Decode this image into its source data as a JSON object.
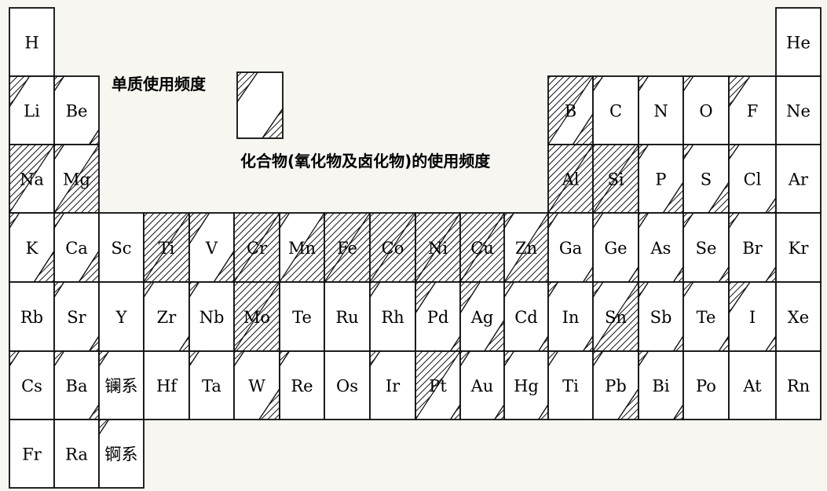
{
  "legend": {
    "element_label": "单质使用频度",
    "compound_label": "化合物(氧化物及卤化物)的使用频度"
  },
  "colors": {
    "ink": "#111111",
    "paper": "#ffffff",
    "background": "#f7f6f1"
  },
  "elements": [
    {
      "symbol": "H",
      "row": 0,
      "col": 0,
      "top": "none",
      "bottom": "none"
    },
    {
      "symbol": "He",
      "row": 0,
      "col": 17,
      "top": "none",
      "bottom": "none"
    },
    {
      "symbol": "Li",
      "row": 1,
      "col": 0,
      "top": "medium",
      "bottom": "none"
    },
    {
      "symbol": "Be",
      "row": 1,
      "col": 1,
      "top": "low",
      "bottom": "low"
    },
    {
      "symbol": "B",
      "row": 1,
      "col": 12,
      "top": "high",
      "bottom": "medium"
    },
    {
      "symbol": "C",
      "row": 1,
      "col": 13,
      "top": "low",
      "bottom": "none"
    },
    {
      "symbol": "N",
      "row": 1,
      "col": 14,
      "top": "low",
      "bottom": "none"
    },
    {
      "symbol": "O",
      "row": 1,
      "col": 15,
      "top": "low",
      "bottom": "none"
    },
    {
      "symbol": "F",
      "row": 1,
      "col": 16,
      "top": "medium",
      "bottom": "none"
    },
    {
      "symbol": "Ne",
      "row": 1,
      "col": 17,
      "top": "none",
      "bottom": "none"
    },
    {
      "symbol": "Na",
      "row": 2,
      "col": 0,
      "top": "high",
      "bottom": "none"
    },
    {
      "symbol": "Mg",
      "row": 2,
      "col": 1,
      "top": "low",
      "bottom": "high"
    },
    {
      "symbol": "Al",
      "row": 2,
      "col": 12,
      "top": "high",
      "bottom": "high"
    },
    {
      "symbol": "Si",
      "row": 2,
      "col": 13,
      "top": "high",
      "bottom": "high"
    },
    {
      "symbol": "P",
      "row": 2,
      "col": 14,
      "top": "low",
      "bottom": "medium"
    },
    {
      "symbol": "S",
      "row": 2,
      "col": 15,
      "top": "low",
      "bottom": "medium"
    },
    {
      "symbol": "Cl",
      "row": 2,
      "col": 16,
      "top": "low",
      "bottom": "low"
    },
    {
      "symbol": "Ar",
      "row": 2,
      "col": 17,
      "top": "none",
      "bottom": "none"
    },
    {
      "symbol": "K",
      "row": 3,
      "col": 0,
      "top": "low",
      "bottom": "medium"
    },
    {
      "symbol": "Ca",
      "row": 3,
      "col": 1,
      "top": "low",
      "bottom": "medium"
    },
    {
      "symbol": "Sc",
      "row": 3,
      "col": 2,
      "top": "none",
      "bottom": "none"
    },
    {
      "symbol": "Ti",
      "row": 3,
      "col": 3,
      "top": "high",
      "bottom": "high"
    },
    {
      "symbol": "V",
      "row": 3,
      "col": 4,
      "top": "medium",
      "bottom": "medium"
    },
    {
      "symbol": "Cr",
      "row": 3,
      "col": 5,
      "top": "high",
      "bottom": "high"
    },
    {
      "symbol": "Mn",
      "row": 3,
      "col": 6,
      "top": "low",
      "bottom": "high"
    },
    {
      "symbol": "Fe",
      "row": 3,
      "col": 7,
      "top": "high",
      "bottom": "high"
    },
    {
      "symbol": "Co",
      "row": 3,
      "col": 8,
      "top": "high",
      "bottom": "high"
    },
    {
      "symbol": "Ni",
      "row": 3,
      "col": 9,
      "top": "high",
      "bottom": "high"
    },
    {
      "symbol": "Cu",
      "row": 3,
      "col": 10,
      "top": "high",
      "bottom": "high"
    },
    {
      "symbol": "Zn",
      "row": 3,
      "col": 11,
      "top": "low",
      "bottom": "high"
    },
    {
      "symbol": "Ga",
      "row": 3,
      "col": 12,
      "top": "low",
      "bottom": "low"
    },
    {
      "symbol": "Ge",
      "row": 3,
      "col": 13,
      "top": "low",
      "bottom": "low"
    },
    {
      "symbol": "As",
      "row": 3,
      "col": 14,
      "top": "low",
      "bottom": "low"
    },
    {
      "symbol": "Se",
      "row": 3,
      "col": 15,
      "top": "low",
      "bottom": "low"
    },
    {
      "symbol": "Br",
      "row": 3,
      "col": 16,
      "top": "low",
      "bottom": "low"
    },
    {
      "symbol": "Kr",
      "row": 3,
      "col": 17,
      "top": "none",
      "bottom": "none"
    },
    {
      "symbol": "Rb",
      "row": 4,
      "col": 0,
      "top": "none",
      "bottom": "none"
    },
    {
      "symbol": "Sr",
      "row": 4,
      "col": 1,
      "top": "low",
      "bottom": "low"
    },
    {
      "symbol": "Y",
      "row": 4,
      "col": 2,
      "top": "none",
      "bottom": "none"
    },
    {
      "symbol": "Zr",
      "row": 4,
      "col": 3,
      "top": "low",
      "bottom": "low"
    },
    {
      "symbol": "Nb",
      "row": 4,
      "col": 4,
      "top": "low",
      "bottom": "none"
    },
    {
      "symbol": "Mo",
      "row": 4,
      "col": 5,
      "top": "high",
      "bottom": "high"
    },
    {
      "symbol": "Te",
      "row": 4,
      "col": 6,
      "top": "none",
      "bottom": "none"
    },
    {
      "symbol": "Ru",
      "row": 4,
      "col": 7,
      "top": "none",
      "bottom": "none"
    },
    {
      "symbol": "Rh",
      "row": 4,
      "col": 8,
      "top": "low",
      "bottom": "none"
    },
    {
      "symbol": "Pd",
      "row": 4,
      "col": 9,
      "top": "medium",
      "bottom": "low"
    },
    {
      "symbol": "Ag",
      "row": 4,
      "col": 10,
      "top": "medium",
      "bottom": "medium"
    },
    {
      "symbol": "Cd",
      "row": 4,
      "col": 11,
      "top": "low",
      "bottom": "low"
    },
    {
      "symbol": "In",
      "row": 4,
      "col": 12,
      "top": "low",
      "bottom": "low"
    },
    {
      "symbol": "Sn",
      "row": 4,
      "col": 13,
      "top": "low",
      "bottom": "high"
    },
    {
      "symbol": "Sb",
      "row": 4,
      "col": 14,
      "top": "low",
      "bottom": "low"
    },
    {
      "symbol": "Te",
      "row": 4,
      "col": 15,
      "top": "low",
      "bottom": "low"
    },
    {
      "symbol": "I",
      "row": 4,
      "col": 16,
      "top": "medium",
      "bottom": "low"
    },
    {
      "symbol": "Xe",
      "row": 4,
      "col": 17,
      "top": "none",
      "bottom": "none"
    },
    {
      "symbol": "Cs",
      "row": 5,
      "col": 0,
      "top": "low",
      "bottom": "none"
    },
    {
      "symbol": "Ba",
      "row": 5,
      "col": 1,
      "top": "low",
      "bottom": "low"
    },
    {
      "symbol": "镧系",
      "row": 5,
      "col": 2,
      "top": "low",
      "bottom": "none"
    },
    {
      "symbol": "Hf",
      "row": 5,
      "col": 3,
      "top": "none",
      "bottom": "none"
    },
    {
      "symbol": "Ta",
      "row": 5,
      "col": 4,
      "top": "low",
      "bottom": "none"
    },
    {
      "symbol": "W",
      "row": 5,
      "col": 5,
      "top": "low",
      "bottom": "medium"
    },
    {
      "symbol": "Re",
      "row": 5,
      "col": 6,
      "top": "low",
      "bottom": "none"
    },
    {
      "symbol": "Os",
      "row": 5,
      "col": 7,
      "top": "none",
      "bottom": "none"
    },
    {
      "symbol": "Ir",
      "row": 5,
      "col": 8,
      "top": "low",
      "bottom": "none"
    },
    {
      "symbol": "Pt",
      "row": 5,
      "col": 9,
      "top": "high",
      "bottom": "low"
    },
    {
      "symbol": "Au",
      "row": 5,
      "col": 10,
      "top": "low",
      "bottom": "low"
    },
    {
      "symbol": "Hg",
      "row": 5,
      "col": 11,
      "top": "low",
      "bottom": "low"
    },
    {
      "symbol": "Ti",
      "row": 5,
      "col": 12,
      "top": "low",
      "bottom": "none"
    },
    {
      "symbol": "Pb",
      "row": 5,
      "col": 13,
      "top": "low",
      "bottom": "medium"
    },
    {
      "symbol": "Bi",
      "row": 5,
      "col": 14,
      "top": "low",
      "bottom": "low"
    },
    {
      "symbol": "Po",
      "row": 5,
      "col": 15,
      "top": "none",
      "bottom": "none"
    },
    {
      "symbol": "At",
      "row": 5,
      "col": 16,
      "top": "none",
      "bottom": "none"
    },
    {
      "symbol": "Rn",
      "row": 5,
      "col": 17,
      "top": "none",
      "bottom": "none"
    },
    {
      "symbol": "Fr",
      "row": 6,
      "col": 0,
      "top": "none",
      "bottom": "none"
    },
    {
      "symbol": "Ra",
      "row": 6,
      "col": 1,
      "top": "none",
      "bottom": "none"
    },
    {
      "symbol": "锕系",
      "row": 6,
      "col": 2,
      "top": "low",
      "bottom": "none"
    }
  ]
}
